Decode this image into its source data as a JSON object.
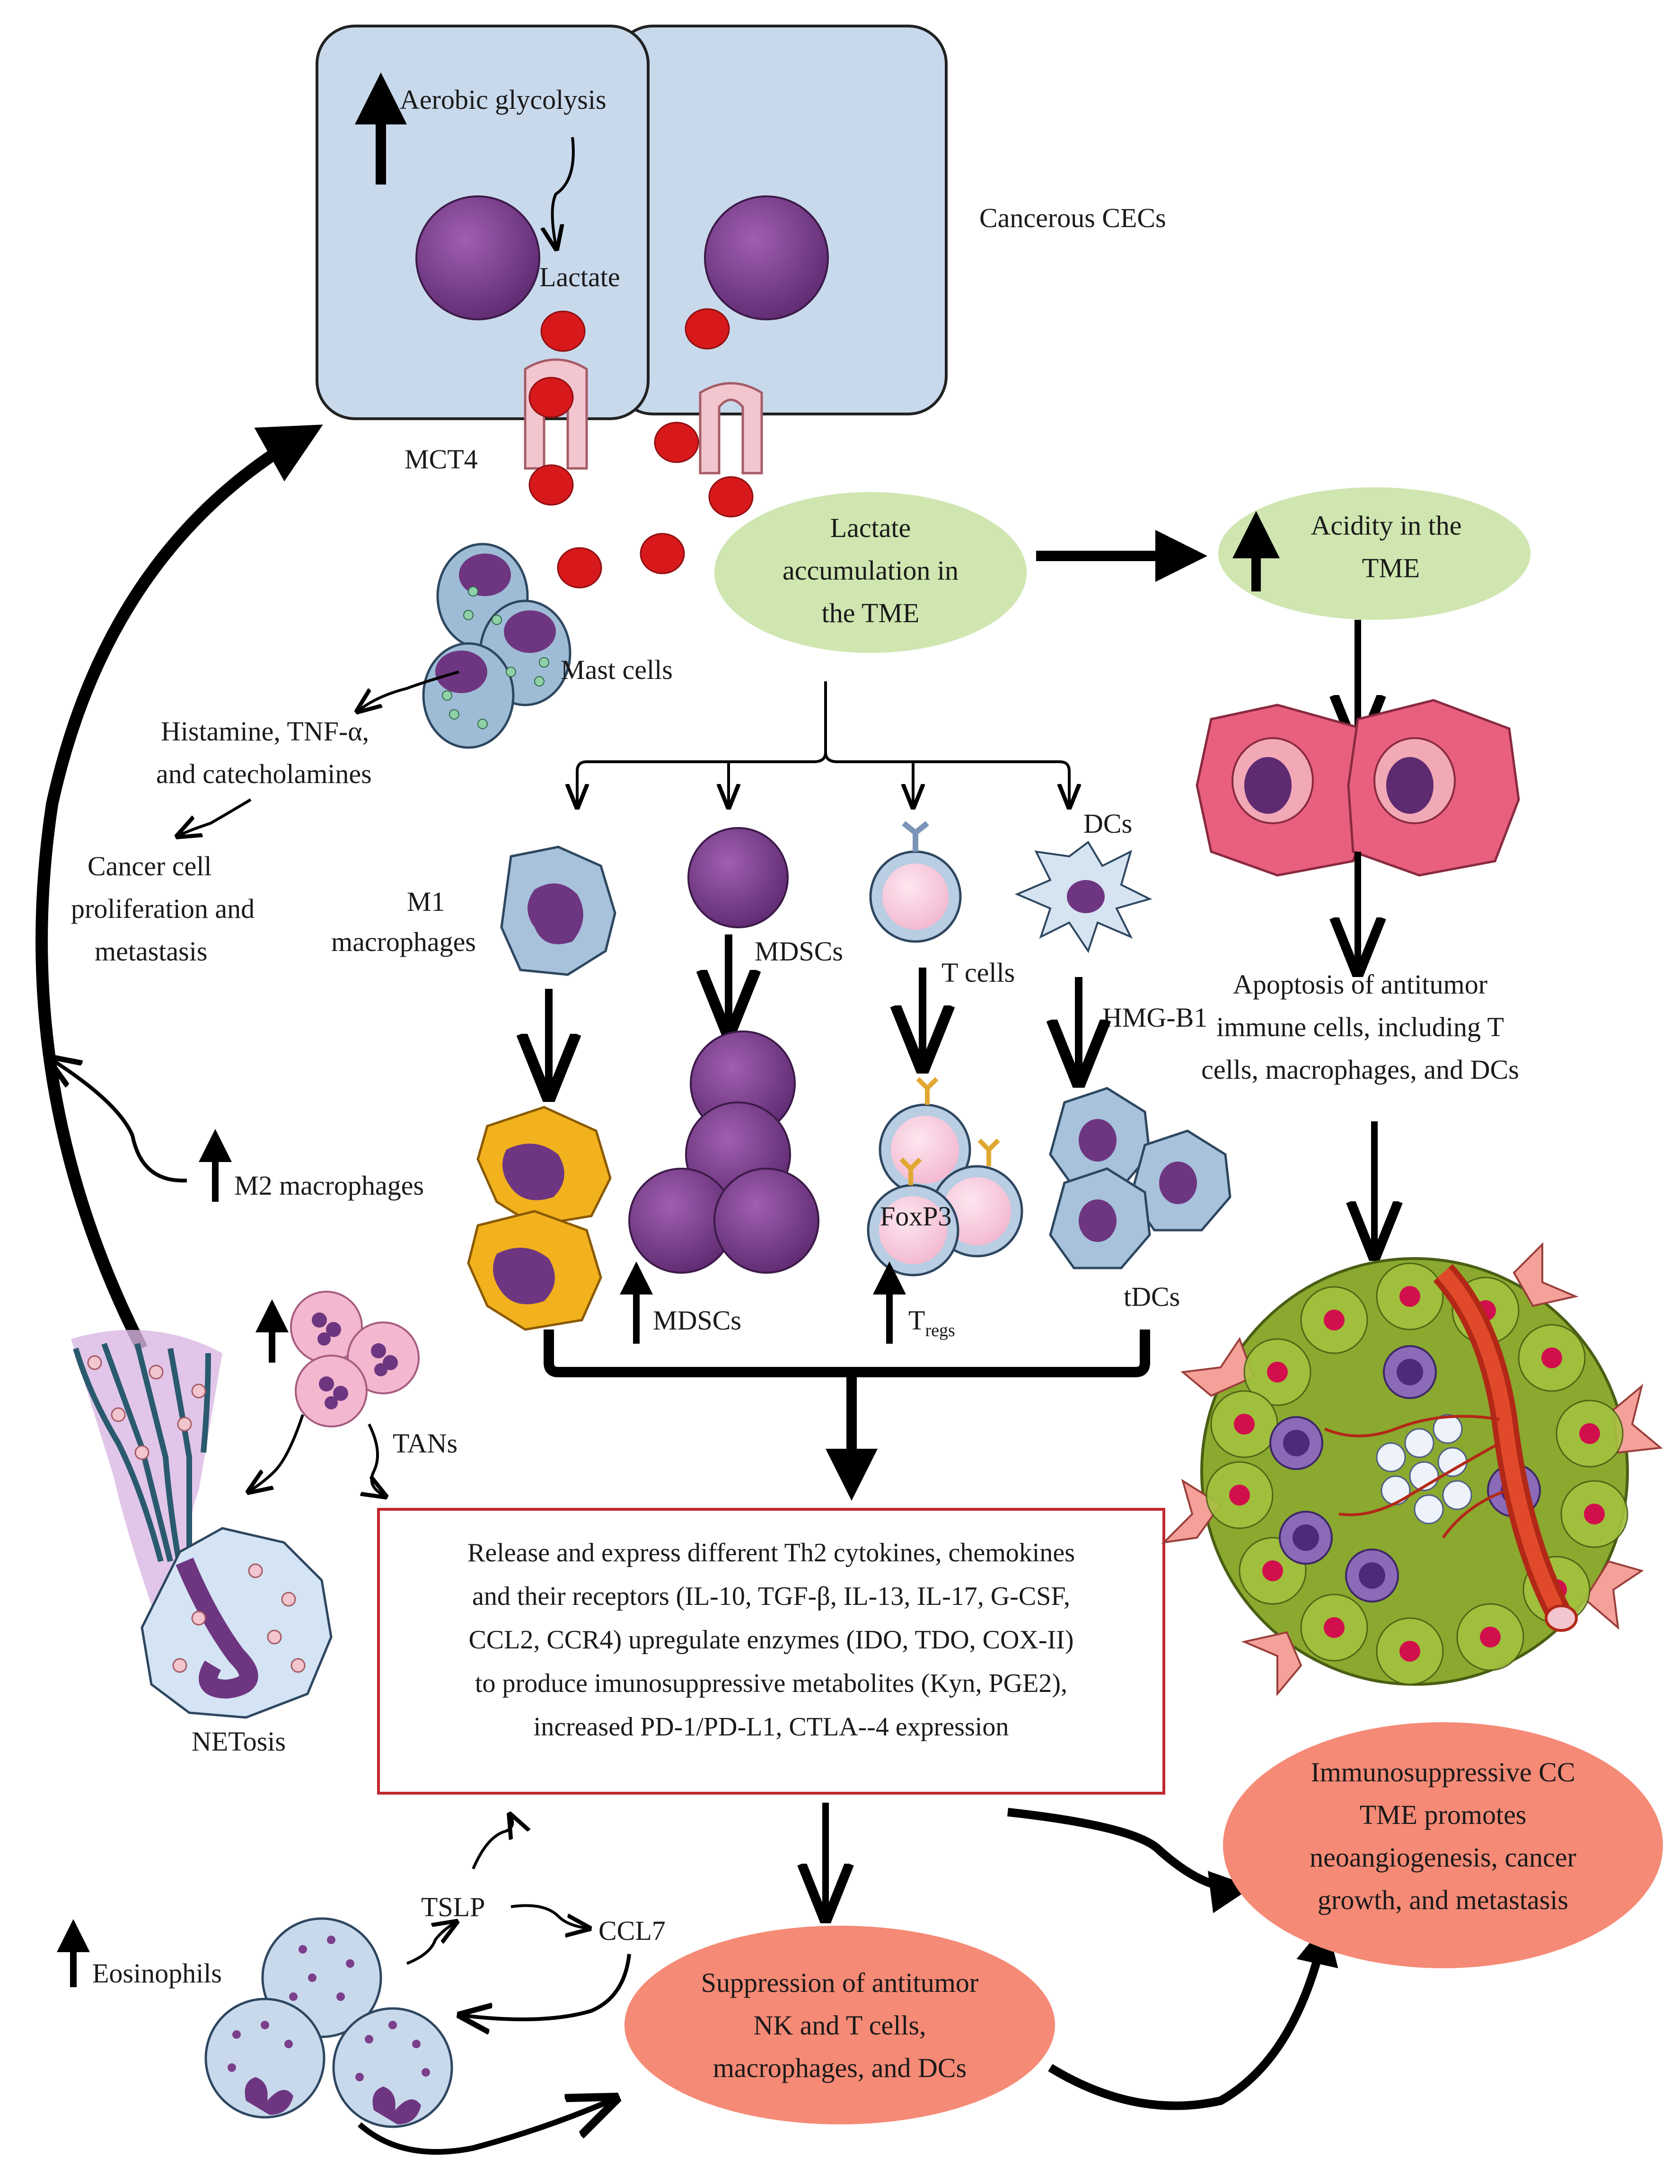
{
  "labels": {
    "aerobic": "Aerobic glycolysis",
    "lactate": "Lactate",
    "cecs": "Cancerous CECs",
    "mct4": "MCT4",
    "mast": "Mast cells",
    "hist1": "Histamine, TNF-α,",
    "hist2": "and catecholamines",
    "prolif1": "Cancer cell",
    "prolif2": "proliferation and",
    "prolif3": "metastasis",
    "accum1": "Lactate",
    "accum2": "accumulation in",
    "accum3": "the TME",
    "acid1": "Acidity in the",
    "acid2": "TME",
    "m1a": "M1",
    "m1b": "macrophages",
    "mdsc_top": "MDSCs",
    "tcells": "T cells",
    "dcs": "DCs",
    "hmgb1": "HMG-B1",
    "apop1": "Apoptosis of antitumor",
    "apop2": "immune cells, including T",
    "apop3": "cells, macrophages, and DCs",
    "m2": "M2 macrophages",
    "mdsc_bottom": "MDSCs",
    "foxp3": "FoxP3",
    "tregs_base": "T",
    "tregs_sub": "regs",
    "tdcs": "tDCs",
    "tans": "TANs",
    "netosis": "NETosis",
    "box1": "Release and express different Th2 cytokines, chemokines",
    "box2": "and their receptors (IL-10, TGF-β, IL-13, IL-17, G-CSF,",
    "box3": "CCL2, CCR4) upregulate enzymes (IDO, TDO, COX-II)",
    "box4": "to produce imunosuppressive metabolites (Kyn, PGE2),",
    "box5": "increased PD-1/PD-L1, CTLA--4 expression",
    "tslp": "TSLP",
    "ccl7": "CCL7",
    "eos": "Eosinophils",
    "supp1": "Suppression of antitumor",
    "supp2": "NK and T cells,",
    "supp3": "macrophages, and DCs",
    "immuno1": "Immunosuppressive CC",
    "immuno2": "TME promotes",
    "immuno3": "neoangiogenesis, cancer",
    "immuno4": "growth, and metastasis"
  },
  "colors": {
    "cec_cell": "#c9d9ec",
    "nucleus": "#7b3f8c",
    "lactate_dot": "#d7191c",
    "green_ellipse": "#cfe6b0",
    "salmon_ellipse": "#f58a76",
    "box_border": "#c0282d",
    "m2_yellow": "#f2b21e",
    "tumor_green": "#8aa92e"
  }
}
